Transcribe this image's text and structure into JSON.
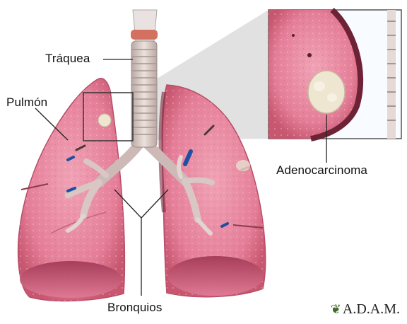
{
  "labels": {
    "trachea": "Tráquea",
    "lung": "Pulmón",
    "bronchi": "Bronquios",
    "adenocarcinoma": "Adenocarcinoma"
  },
  "logo": {
    "text": "A.D.A.M.",
    "icon": "adam-logo-icon"
  },
  "colors": {
    "lung_fill": "#e57f99",
    "lung_dark": "#6e2236",
    "trachea": "#d8c7c3",
    "tumor": "#efe6d2",
    "vessel_blue": "#1f4fa3",
    "zoom_shade": "#d7d7d7"
  }
}
